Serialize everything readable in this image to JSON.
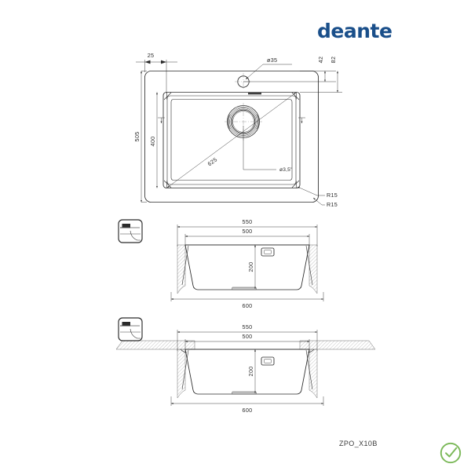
{
  "brand": {
    "name": "deante",
    "logo_icon": "deante-diamond-cluster-icon",
    "color": "#1a4f8a"
  },
  "product": {
    "code": "ZPO_X10B"
  },
  "status": {
    "icon": "circle-check-icon",
    "color": "#7ab857"
  },
  "views": {
    "top": {
      "title": "top-view",
      "dimensions": {
        "left_offset": "25",
        "tap_hole_diameter": "ø35",
        "tap_hole_from_back": "42",
        "flange_depth": "82",
        "overall_height": "505",
        "bowl_height": "400",
        "diagonal": "625",
        "drain_hole": "ø3,5\"",
        "corner_radius_outer": "R15",
        "corner_radius_inner": "R15"
      }
    },
    "section_flush": {
      "title": "flush-mount-section",
      "badge_icon": "flush-mount-icon",
      "dimensions": {
        "cutout_width": "550",
        "bowl_width": "500",
        "bowl_depth": "200",
        "overall_width": "600"
      }
    },
    "section_under": {
      "title": "undermount-section",
      "badge_icon": "undermount-icon",
      "dimensions": {
        "cutout_width": "550",
        "bowl_width": "500",
        "bowl_depth": "200",
        "overall_width": "600"
      }
    }
  }
}
